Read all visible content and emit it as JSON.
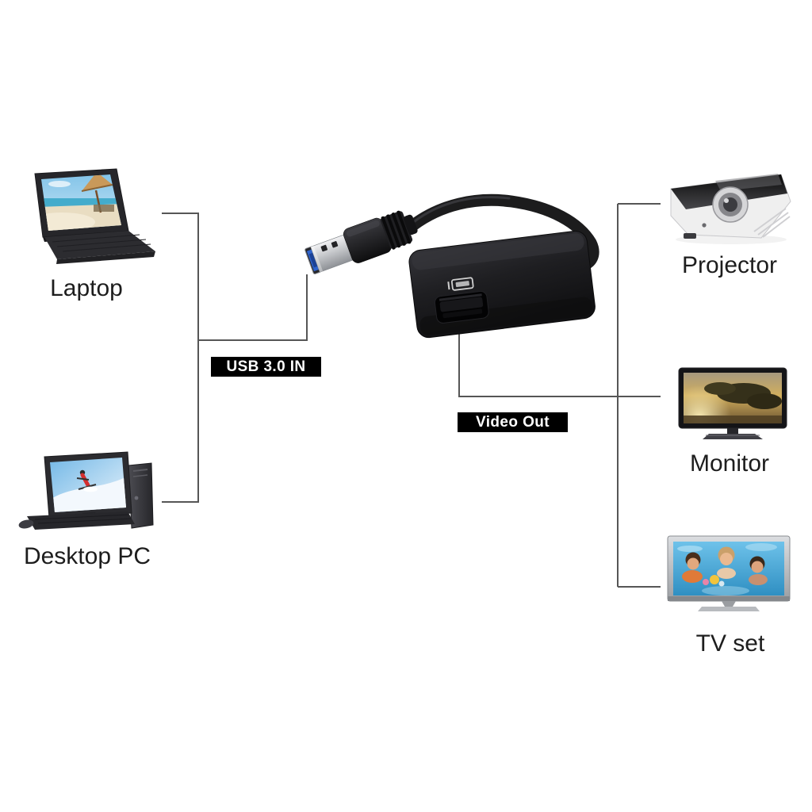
{
  "canvas": {
    "background": "#ffffff",
    "line_color": "#565656"
  },
  "devices": {
    "inputs": [
      {
        "label": "Laptop"
      },
      {
        "label": "Desktop PC"
      }
    ],
    "outputs": [
      {
        "label": "Projector"
      },
      {
        "label": "Monitor"
      },
      {
        "label": "TV set"
      }
    ]
  },
  "badges": {
    "usb_in": "USB 3.0 IN",
    "video_out": "Video Out"
  },
  "adapter": {
    "usb_connector_blue": "#2e63cc",
    "body_color": "#1e1e21",
    "cable_color": "#1c1c1d",
    "badge_background": "#000000",
    "badge_text_color": "#ffffff"
  }
}
